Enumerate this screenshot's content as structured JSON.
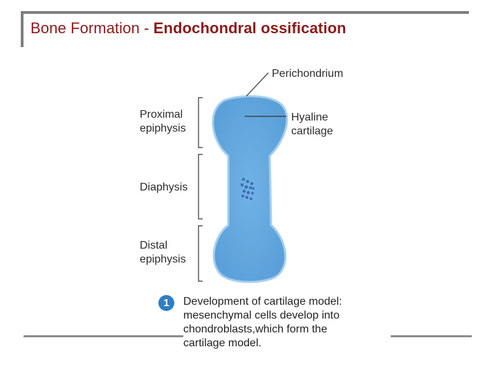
{
  "title": {
    "prefix": "Bone Formation - ",
    "bold": "Endochondral ossification"
  },
  "labels": {
    "perichondrium": "Perichondrium",
    "hyaline_line1": "Hyaline",
    "hyaline_line2": "cartilage",
    "proximal_line1": "Proximal",
    "proximal_line2": "epiphysis",
    "diaphysis": "Diaphysis",
    "distal_line1": "Distal",
    "distal_line2": "epiphysis"
  },
  "step": {
    "number": "1",
    "line1": "Development of cartilage model:",
    "line2": "mesenchymal cells develop into",
    "line3": "chondroblasts,which form the",
    "line4": "cartilage model."
  },
  "colors": {
    "title": "#8b1a1a",
    "cartilage_fill": "#63a8df",
    "cartilage_edge": "#9cc9ee",
    "step_badge": "#2e7fc4"
  }
}
